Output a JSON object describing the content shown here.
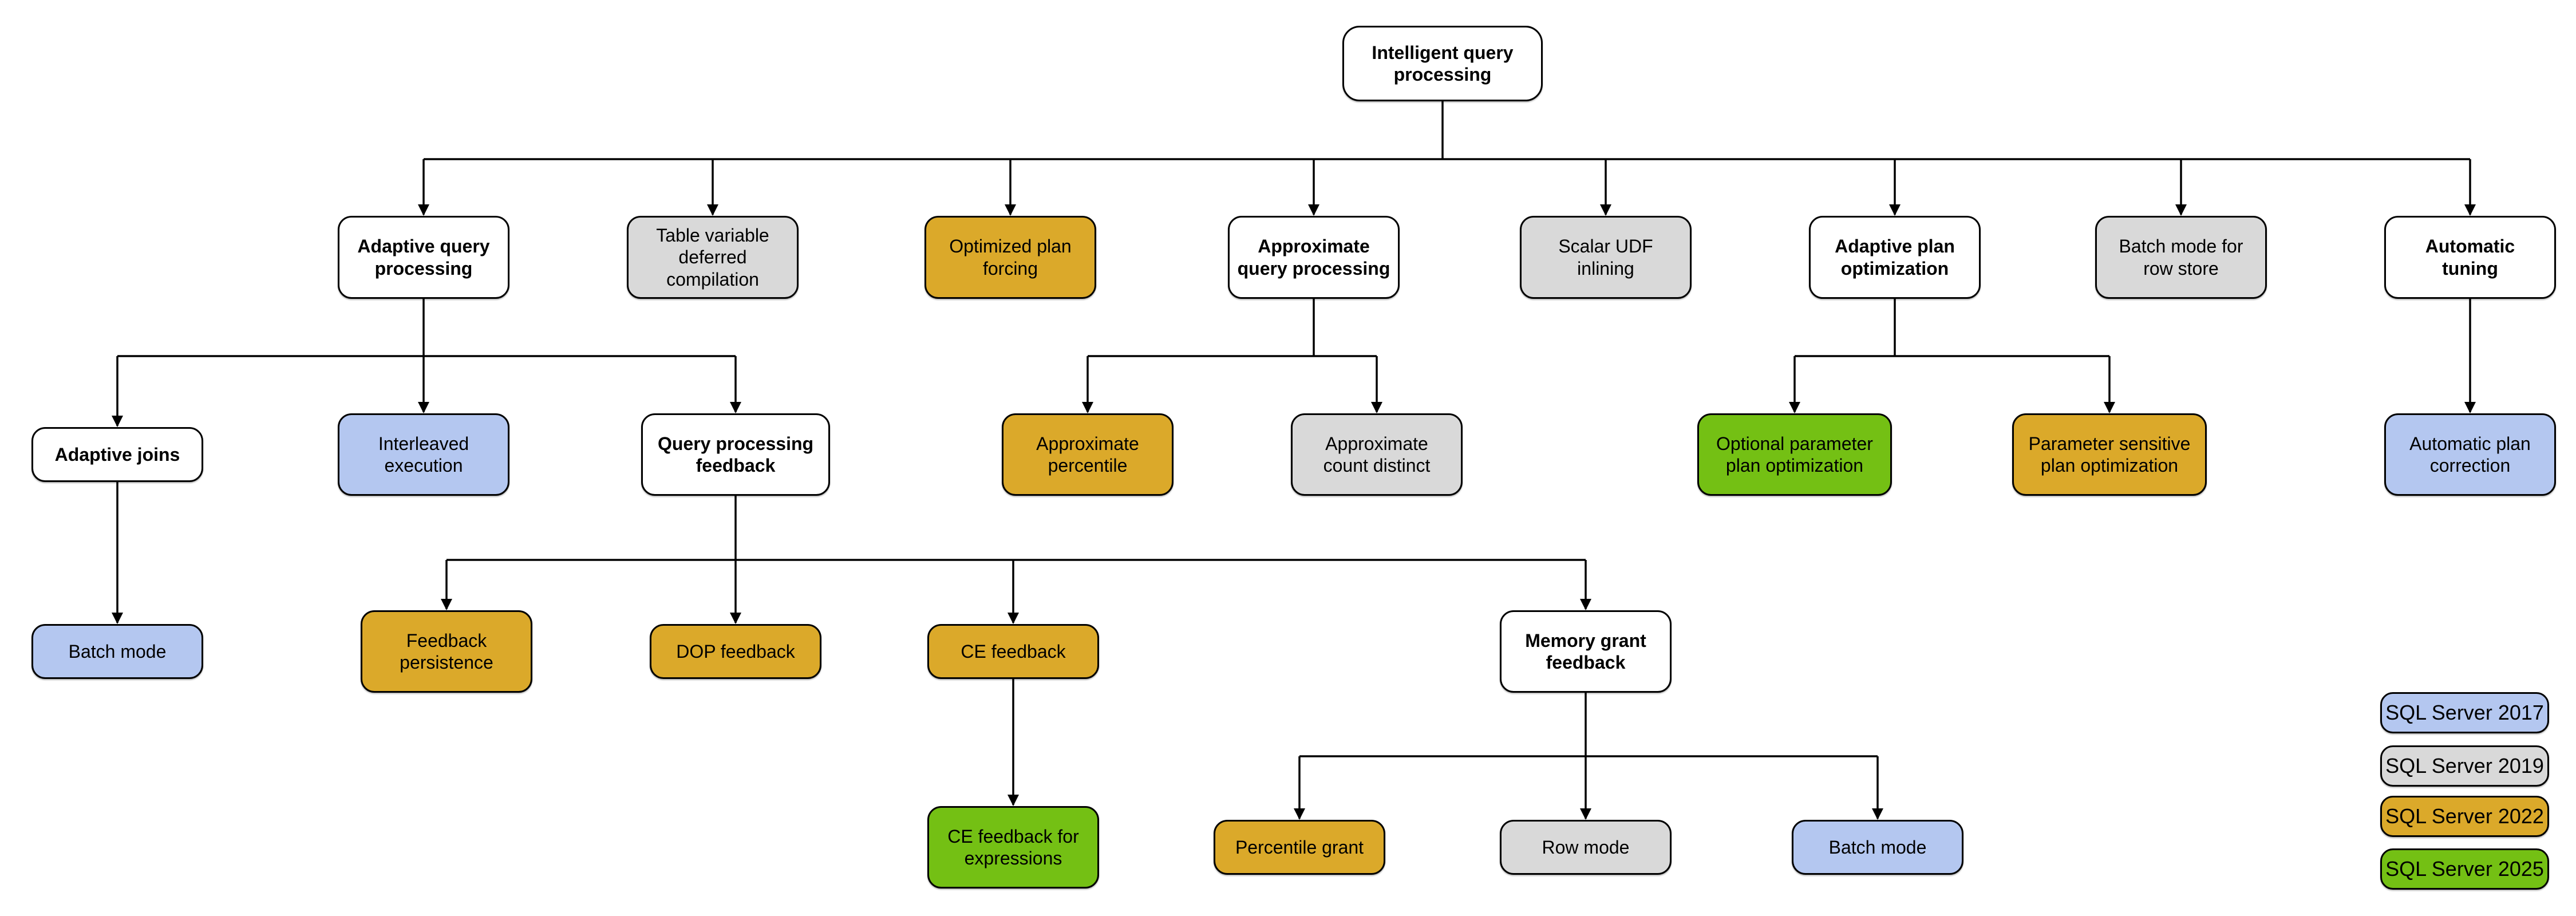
{
  "colors": {
    "sql2017": "#B4C7F0",
    "sql2019": "#D9D9D9",
    "sql2022": "#DBA92A",
    "sql2025": "#74C014",
    "plain": "#FFFFFF",
    "border": "#000000",
    "line": "#000000"
  },
  "nodes": {
    "root": {
      "label": "Intelligent query\nprocessing",
      "version": "none"
    },
    "aqp": {
      "label": "Adaptive query\nprocessing",
      "version": "none"
    },
    "tvdc": {
      "label": "Table variable\ndeferred compilation",
      "version": "SQL Server 2019"
    },
    "opf": {
      "label": "Optimized plan\nforcing",
      "version": "SQL Server 2022"
    },
    "axqp": {
      "label": "Approximate\nquery processing",
      "version": "none"
    },
    "sudf": {
      "label": "Scalar UDF\ninlining",
      "version": "SQL Server 2019"
    },
    "apo": {
      "label": "Adaptive plan\noptimization",
      "version": "none"
    },
    "bmrs": {
      "label": "Batch mode for\nrow store",
      "version": "SQL Server 2019"
    },
    "at": {
      "label": "Automatic\ntuning",
      "version": "none"
    },
    "aj": {
      "label": "Adaptive joins",
      "version": "none"
    },
    "ie": {
      "label": "Interleaved\nexecution",
      "version": "SQL Server 2017"
    },
    "qpf": {
      "label": "Query processing\nfeedback",
      "version": "none"
    },
    "ap": {
      "label": "Approximate\npercentile",
      "version": "SQL Server 2022"
    },
    "acd": {
      "label": "Approximate\ncount distinct",
      "version": "SQL Server 2019"
    },
    "oppo": {
      "label": "Optional parameter\nplan optimization",
      "version": "SQL Server 2025"
    },
    "pspo": {
      "label": "Parameter sensitive\nplan optimization",
      "version": "SQL Server 2022"
    },
    "apc": {
      "label": "Automatic plan\ncorrection",
      "version": "SQL Server 2017"
    },
    "bm1": {
      "label": "Batch mode",
      "version": "SQL Server 2017"
    },
    "fp": {
      "label": "Feedback\npersistence",
      "version": "SQL Server 2022"
    },
    "dop": {
      "label": "DOP feedback",
      "version": "SQL Server 2022"
    },
    "cef": {
      "label": "CE feedback",
      "version": "SQL Server 2022"
    },
    "mgf": {
      "label": "Memory grant\nfeedback",
      "version": "none"
    },
    "cefe": {
      "label": "CE feedback for\nexpressions",
      "version": "SQL Server 2025"
    },
    "pg": {
      "label": "Percentile grant",
      "version": "SQL Server 2022"
    },
    "rm": {
      "label": "Row mode",
      "version": "SQL Server 2019"
    },
    "bm2": {
      "label": "Batch mode",
      "version": "SQL Server 2017"
    }
  },
  "legend": {
    "items": [
      {
        "label": "SQL Server 2017",
        "color": "#B4C7F0"
      },
      {
        "label": "SQL Server 2019",
        "color": "#D9D9D9"
      },
      {
        "label": "SQL Server 2022",
        "color": "#DBA92A"
      },
      {
        "label": "SQL Server 2025",
        "color": "#74C014"
      }
    ]
  }
}
